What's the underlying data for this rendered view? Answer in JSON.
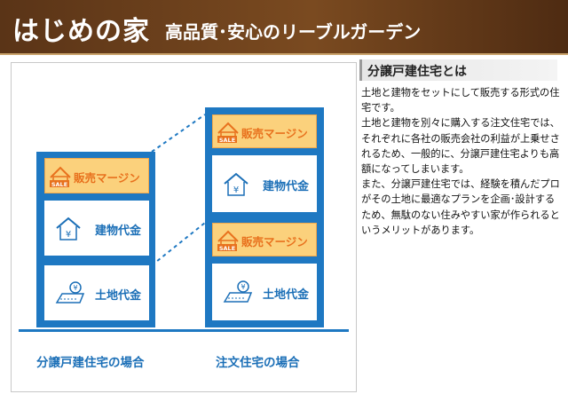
{
  "banner": {
    "title": "はじめの家",
    "subtitle": "高品質･安心のリーブルガーデン"
  },
  "diagram": {
    "left_column": {
      "margin_label": "販売マージン",
      "building_label": "建物代金",
      "land_label": "土地代金",
      "caption": "分譲戸建住宅の場合"
    },
    "right_column": {
      "margin_top_label": "販売マージン",
      "building_label": "建物代金",
      "margin_mid_label": "販売マージン",
      "land_label": "土地代金",
      "caption": "注文住宅の場合"
    },
    "sale_tag": "SALE",
    "colors": {
      "frame_blue": "#1e78c2",
      "label_blue": "#1b6fb7",
      "margin_fill": "#fbd17c",
      "margin_text": "#e8711d"
    }
  },
  "sidebar": {
    "heading": "分譲戸建住宅とは",
    "paragraphs": [
      "土地と建物をセットにして販売する形式の住宅です。",
      "土地と建物を別々に購入する注文住宅では、それぞれに各社の販売会社の利益が上乗せされるため、一般的に、分譲戸建住宅よりも高額になってしまいます。",
      "また、分譲戸建住宅では、経験を積んだプロがその土地に最適なプランを企画･設計するため、無駄のない住みやすい家が作られるというメリットがあります。"
    ]
  }
}
